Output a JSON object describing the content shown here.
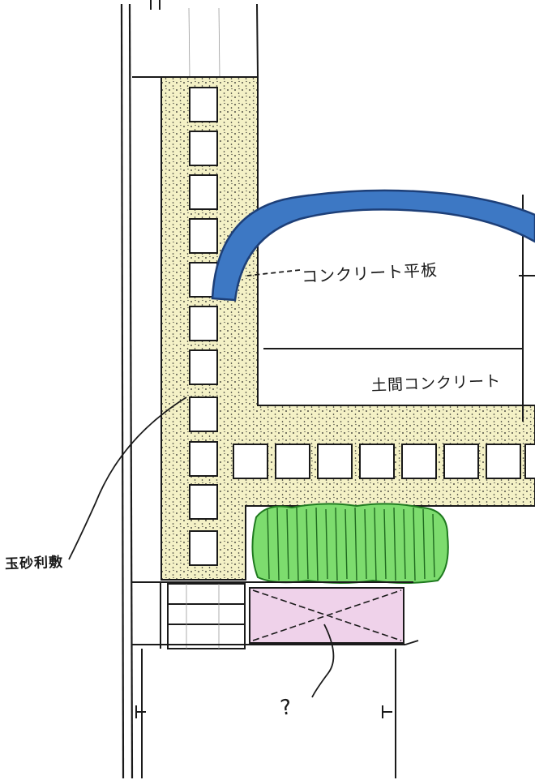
{
  "labels": {
    "concrete_panel": "コンクリート平板",
    "doma_concrete": "土間コンクリート",
    "gravel": "玉砂利敷",
    "question": "?"
  },
  "colors": {
    "sand_fill": "#f4f1c6",
    "dots": "#222222",
    "hedge": "#7ddc6e",
    "hedge_stroke": "#1f7a1f",
    "pink_box": "#efd2ea",
    "arrow_fill": "#3d78c4",
    "arrow_stroke": "#1d3f78",
    "ink": "#1a1a1a"
  },
  "icons": {
    "curved_arrow": "curved-arrow-icon"
  }
}
